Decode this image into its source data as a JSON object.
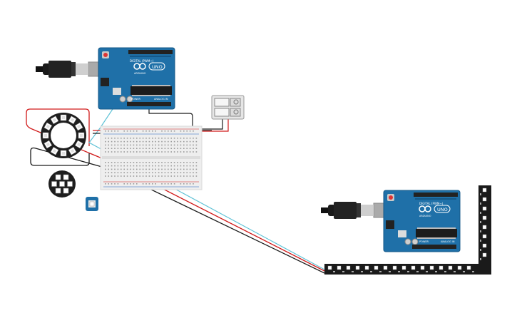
{
  "circuit": {
    "arduino_1": {
      "brand_mark": "UNO",
      "small_label": "ARDUINO",
      "header_label": "DIGITAL (PWM~)",
      "power_label": "POWER",
      "analog_label": "ANALOG IN"
    },
    "arduino_2": {
      "brand_mark": "UNO",
      "small_label": "ARDUINO",
      "header_label": "DIGITAL (PWM~)",
      "power_label": "POWER",
      "analog_label": "ANALOG IN"
    },
    "colors": {
      "board": "#1f70a8",
      "board_dark": "#155888",
      "wire_red": "#d11a1a",
      "wire_black": "#1a1a1a",
      "wire_cyan": "#5fc2d6",
      "breadboard": "#eeeeee",
      "led_body": "#1e1e1e"
    }
  }
}
